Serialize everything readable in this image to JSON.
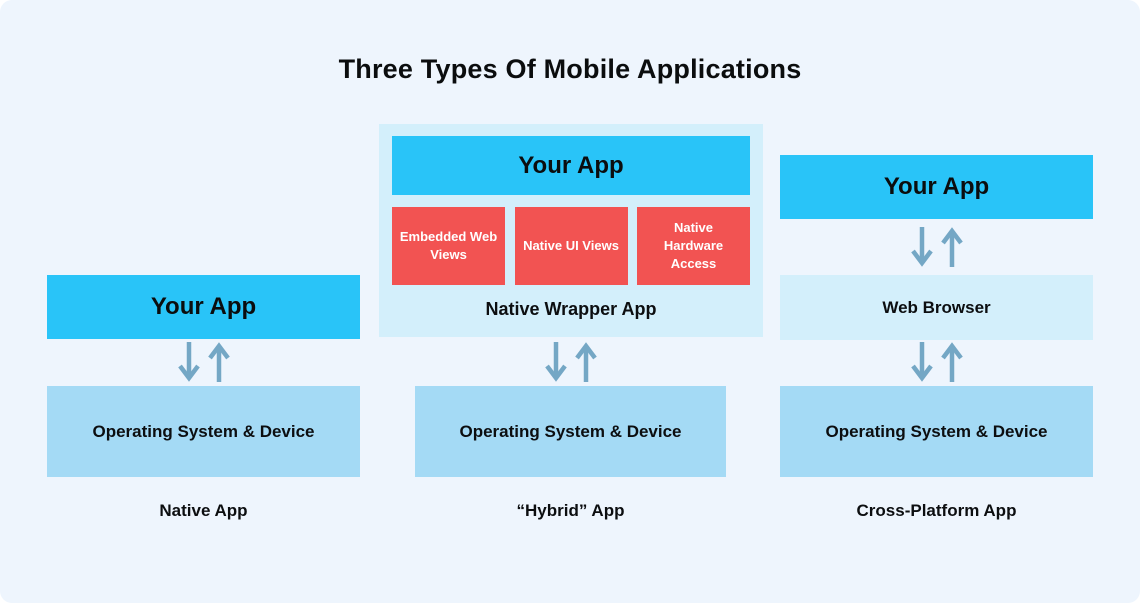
{
  "title": "Three Types Of Mobile Applications",
  "native": {
    "your_app": "Your App",
    "os": "Operating System & Device",
    "label": "Native App"
  },
  "hybrid": {
    "your_app": "Your App",
    "modules": [
      {
        "label": "Embedded Web Views"
      },
      {
        "label": "Native UI Views"
      },
      {
        "label": "Native Hardware Access"
      }
    ],
    "wrapper_caption": "Native Wrapper App",
    "os": "Operating System & Device",
    "label": "“Hybrid” App"
  },
  "cross_platform": {
    "your_app": "Your App",
    "web_browser": "Web Browser",
    "os": "Operating System & Device",
    "label": "Cross-Platform App"
  },
  "colors": {
    "background": "#EEF5FD",
    "bright_cyan": "#29C4F8",
    "pale_blue": "#D3EFFB",
    "light_blue": "#A4DAF5",
    "red": "#F25352",
    "arrow_blue": "#74A7C5",
    "text_dark": "#0B0D0E",
    "text_white": "#FFFFFF"
  }
}
